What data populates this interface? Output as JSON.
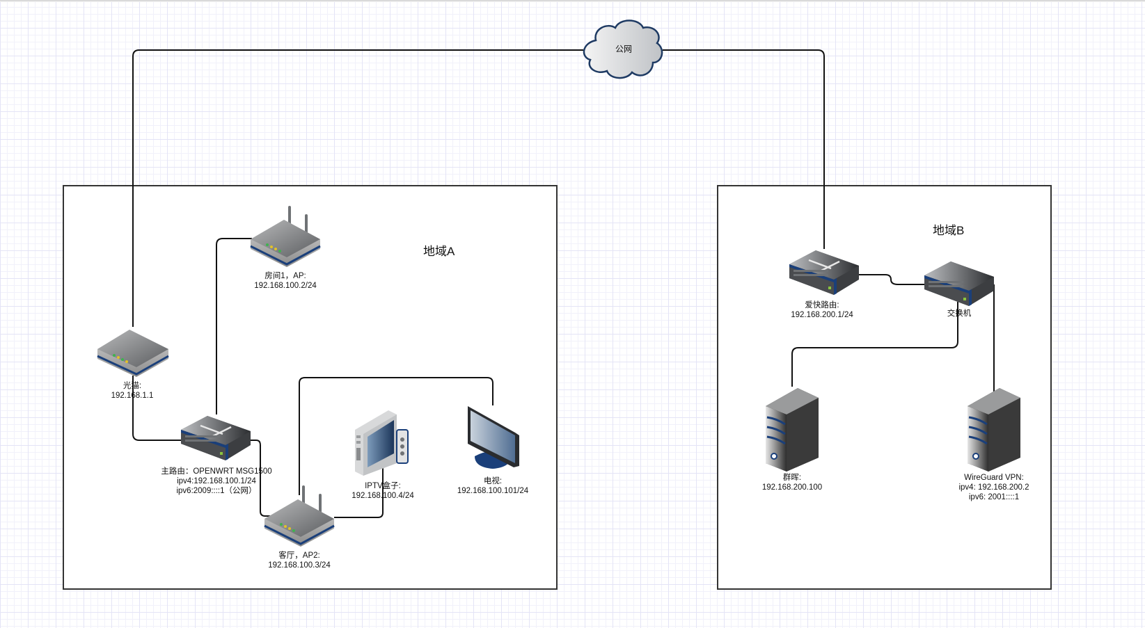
{
  "diagram": {
    "cloud": {
      "label": "公网"
    },
    "regions": [
      {
        "id": "A",
        "title": "地域A"
      },
      {
        "id": "B",
        "title": "地域B"
      }
    ],
    "nodes": {
      "modem": {
        "type": "router-plain",
        "label": "光猫:\n192.168.1.1"
      },
      "ap1": {
        "type": "wireless-router",
        "label": "房间1，AP:\n192.168.100.2/24"
      },
      "main_router": {
        "type": "switch-router",
        "label": "主路由：OPENWRT MSG1500\nipv4:192.168.100.1/24\nipv6:2009::::1（公网）"
      },
      "ap2": {
        "type": "wireless-router",
        "label": "客厅，AP2:\n192.168.100.3/24"
      },
      "iptv": {
        "type": "set-top-box",
        "label": "IPTV盒子:\n192.168.100.4/24"
      },
      "tv": {
        "type": "monitor",
        "label": "电视:\n192.168.100.101/24"
      },
      "ikuai": {
        "type": "switch-router",
        "label": "爱快路由:\n192.168.200.1/24"
      },
      "switch": {
        "type": "switch",
        "label": "交换机"
      },
      "nas": {
        "type": "server",
        "label": "群晖:\n192.168.200.100"
      },
      "wireguard": {
        "type": "server",
        "label": "WireGuard VPN:\nipv4: 192.168.200.2\nipv6: 2001::::1"
      }
    },
    "links": [
      [
        "cloud",
        "modem"
      ],
      [
        "cloud",
        "ikuai"
      ],
      [
        "modem",
        "main_router"
      ],
      [
        "main_router",
        "ap1"
      ],
      [
        "main_router",
        "ap2"
      ],
      [
        "ap2",
        "iptv"
      ],
      [
        "ap2",
        "tv"
      ],
      [
        "ikuai",
        "switch"
      ],
      [
        "switch",
        "nas"
      ],
      [
        "switch",
        "wireguard"
      ]
    ],
    "colors": {
      "accent_blue": "#1a3f7a",
      "wire": "#111111",
      "region_border": "#333333",
      "grid": "#e4e4f6"
    }
  }
}
